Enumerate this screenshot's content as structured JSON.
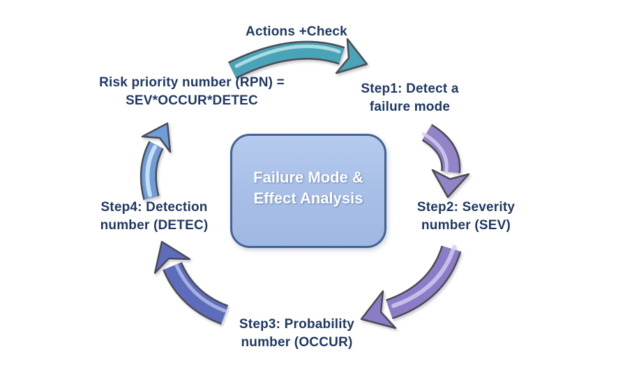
{
  "top_label": "Actions +Check",
  "center": {
    "line1": "Failure Mode &",
    "line2": "Effect Analysis"
  },
  "nodes": {
    "rpn": {
      "line1": "Risk priority number (RPN) =",
      "line2": "SEV*OCCUR*DETEC"
    },
    "step1": {
      "line1": "Step1: Detect a",
      "line2": "failure mode"
    },
    "step2": {
      "line1": "Step2: Severity",
      "line2": "number (SEV)"
    },
    "step3": {
      "line1": "Step3: Probability",
      "line2": "number (OCCUR)"
    },
    "step4": {
      "line1": "Step4: Detection",
      "line2": "number (DETEC)"
    }
  },
  "arrows": {
    "actions_check": {
      "from": "rpn",
      "to": "step1",
      "color": "#48a4b6",
      "highlight": "#c9e9ef"
    },
    "step1_to_step2": {
      "from": "step1",
      "to": "step2",
      "color": "#9383c7",
      "highlight": "#dcd4f2"
    },
    "step2_to_step3": {
      "from": "step2",
      "to": "step3",
      "color": "#8c7cc7",
      "highlight": "#d9d0f2"
    },
    "step3_to_step4": {
      "from": "step3",
      "to": "step4",
      "color": "#5e6cbc",
      "highlight": "#bac4ec"
    },
    "step4_to_rpn": {
      "from": "step4",
      "to": "rpn",
      "color": "#6f9dd8",
      "highlight": "#e4f0fc"
    }
  },
  "colors": {
    "background": "#ffffff",
    "label_text": "#1f3864",
    "box_fill": "#a9c0e8",
    "box_border": "#44628f",
    "box_text": "#ffffff",
    "arrow_outline": "#4b4b55"
  }
}
